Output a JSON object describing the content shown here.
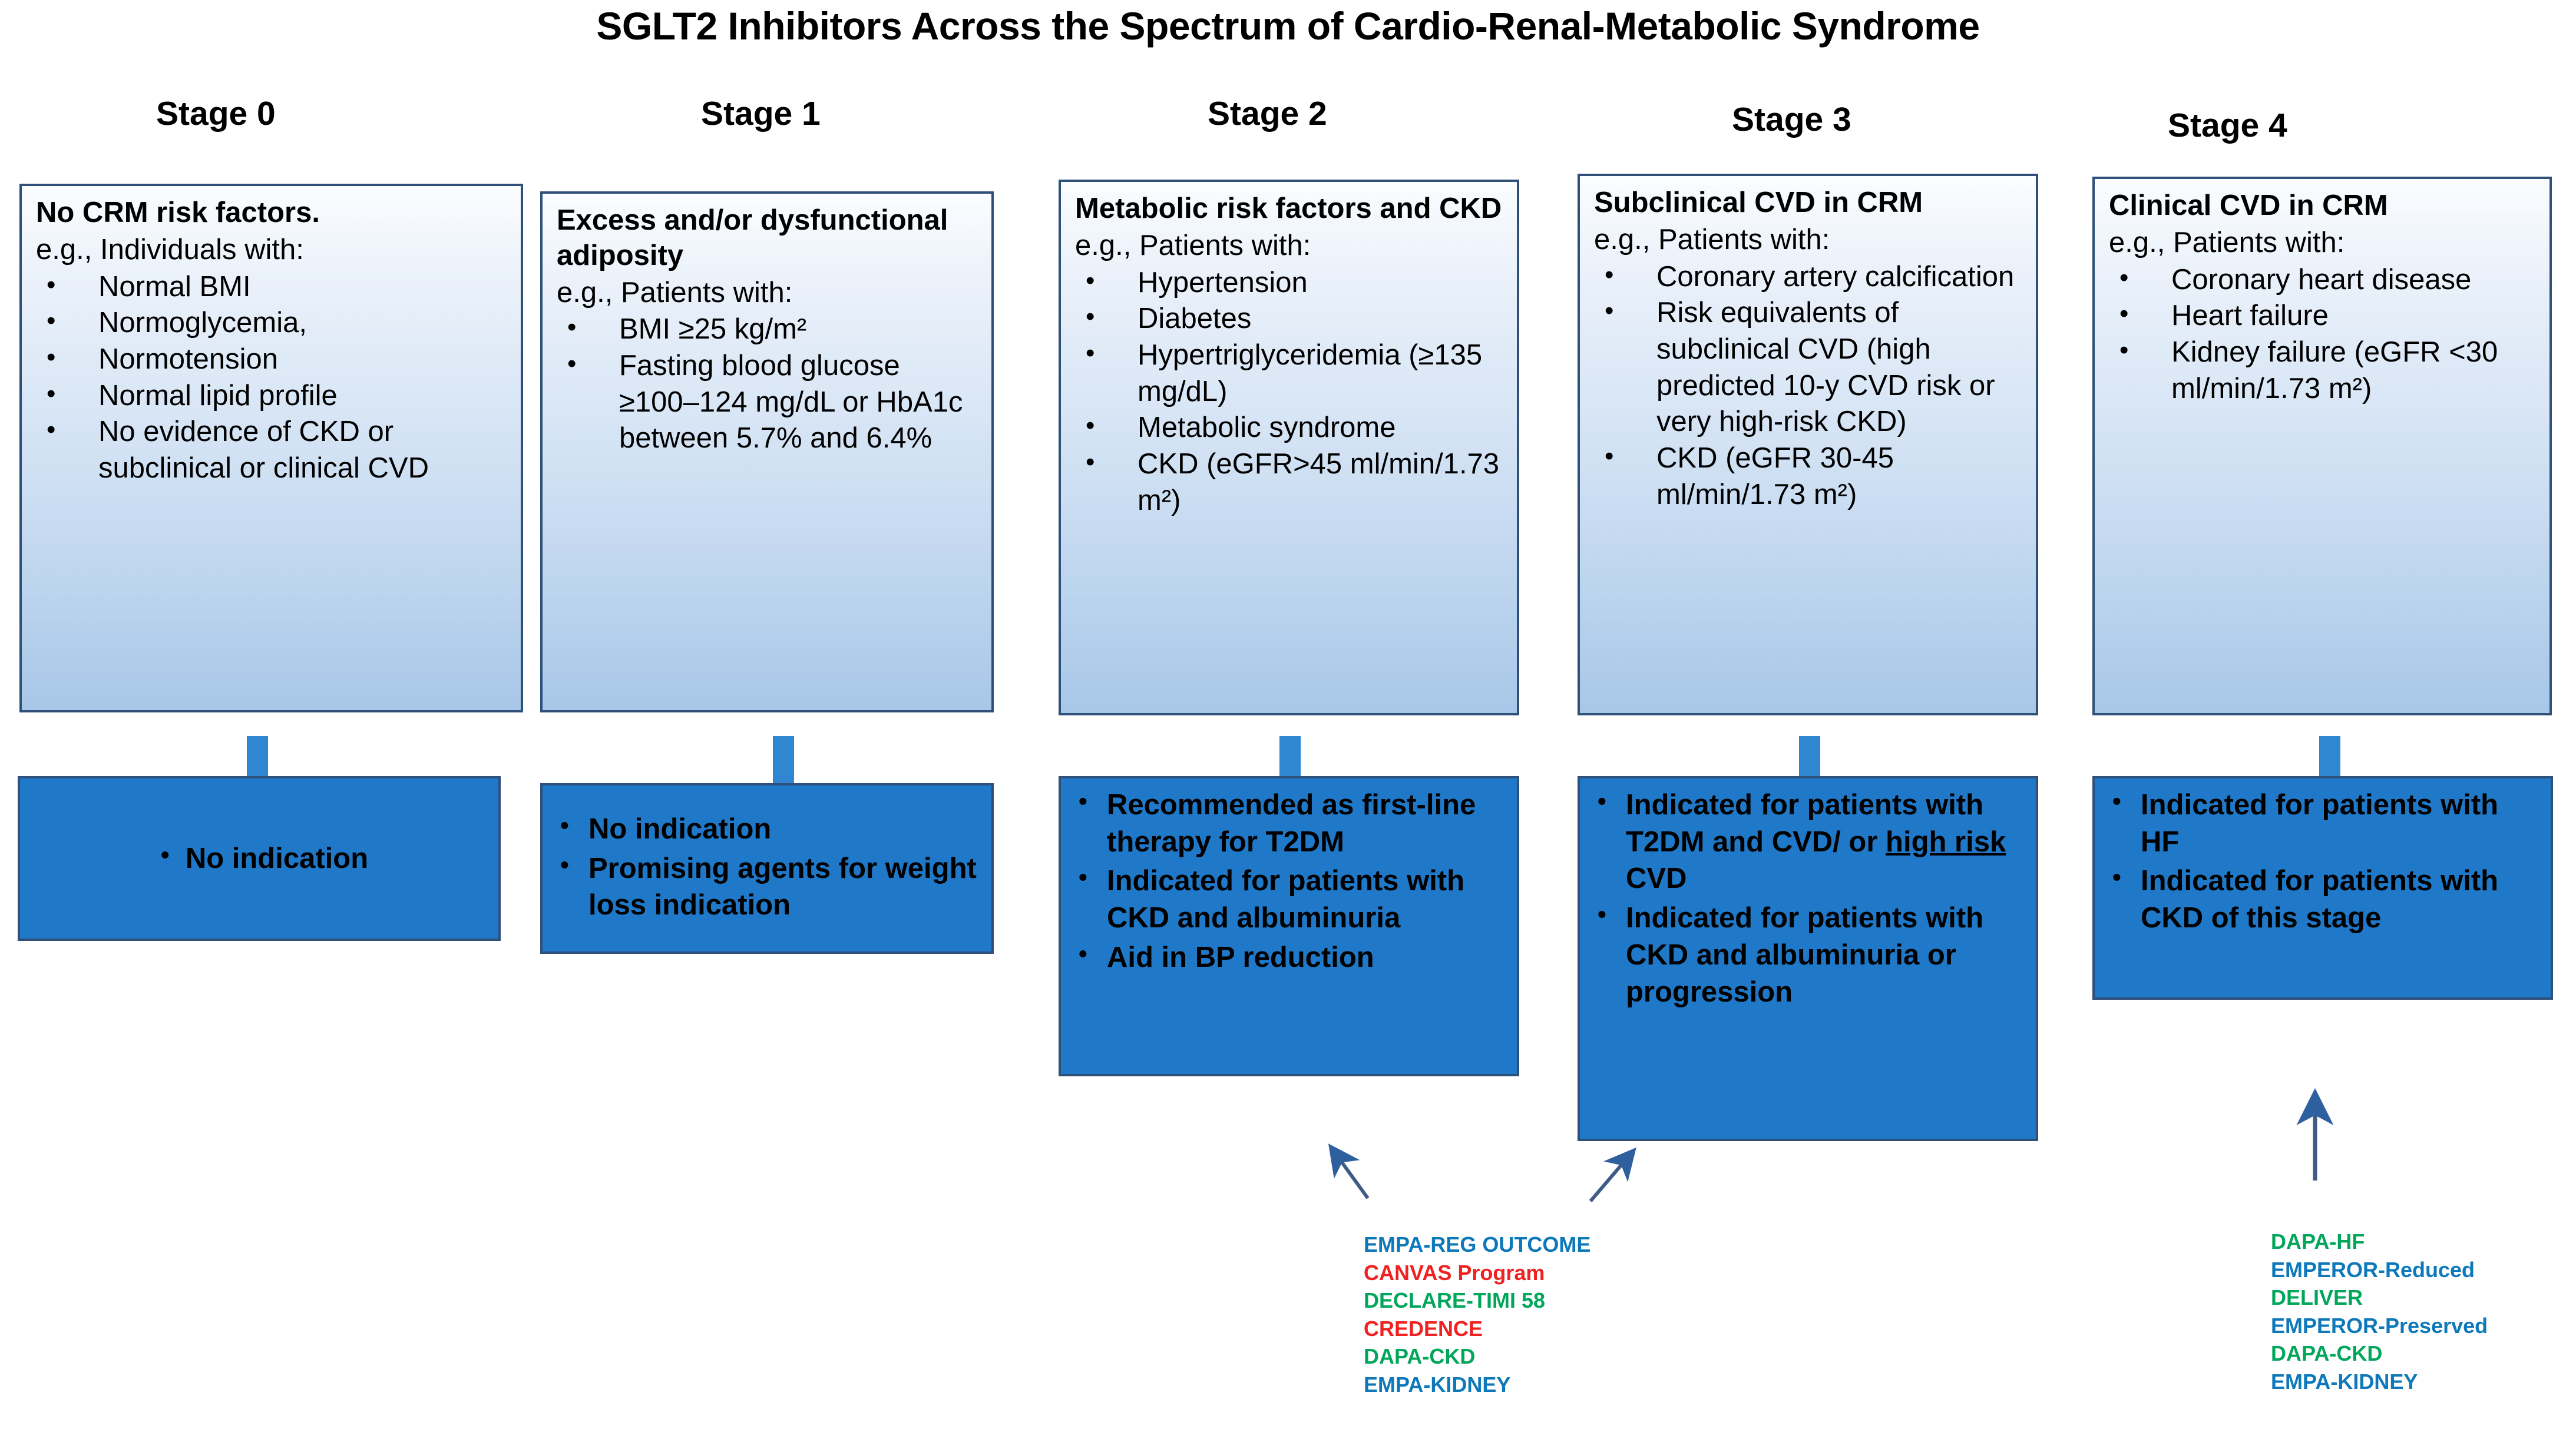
{
  "title": "SGLT2 Inhibitors Across the Spectrum of Cardio-Renal-Metabolic Syndrome",
  "colors": {
    "box_border": "#2e5079",
    "indication_fill": "#1f78c8",
    "arrow_blue": "#2e87d0",
    "trial_blue": "#0d78ba",
    "trial_red": "#ef2121",
    "trial_green": "#00a65a",
    "title_text": "#000000"
  },
  "stages": [
    {
      "header": "Stage 0",
      "criteria": {
        "title": "No CRM risk factors.",
        "eg": "e.g., Individuals with:",
        "items": [
          "Normal BMI",
          "Normoglycemia,",
          "Normotension",
          "Normal lipid profile",
          "No evidence of CKD or subclinical or clinical CVD"
        ]
      },
      "indication": {
        "items": [
          "No indication"
        ],
        "centered": true
      }
    },
    {
      "header": "Stage 1",
      "criteria": {
        "title": "Excess and/or dysfunctional adiposity",
        "eg": "e.g., Patients with:",
        "items": [
          "BMI ≥25 kg/m²",
          "Fasting blood glucose ≥100–124 mg/dL or HbA1c between 5.7% and 6.4%"
        ]
      },
      "indication": {
        "items": [
          "No indication",
          "Promising agents for weight loss indication"
        ],
        "centered": false
      }
    },
    {
      "header": "Stage 2",
      "criteria": {
        "title": "Metabolic risk factors and CKD",
        "eg": "e.g., Patients with:",
        "items": [
          "Hypertension",
          "Diabetes",
          "Hypertriglyceridemia (≥135 mg/dL)",
          "Metabolic syndrome",
          "CKD (eGFR>45 ml/min/1.73 m²)"
        ]
      },
      "indication": {
        "items": [
          "Recommended as first-line therapy for T2DM",
          "Indicated for patients with CKD and albuminuria",
          "Aid in BP reduction"
        ],
        "centered": false
      }
    },
    {
      "header": "Stage 3",
      "criteria": {
        "title": "Subclinical CVD in CRM",
        "eg": "e.g., Patients with:",
        "items": [
          "Coronary artery calcification",
          "Risk equivalents of subclinical CVD (high predicted 10-y CVD risk or very high-risk CKD)",
          "CKD (eGFR 30-45 ml/min/1.73 m²)"
        ]
      },
      "indication": {
        "items": [
          "Indicated for patients with T2DM and CVD/ or high risk CVD",
          "Indicated for patients with CKD and albuminuria or progression"
        ],
        "underlined_phrase": "high risk",
        "centered": false
      }
    },
    {
      "header": "Stage 4",
      "criteria": {
        "title": "Clinical CVD in CRM",
        "eg": "e.g., Patients with:",
        "items": [
          "Coronary heart disease",
          "Heart failure",
          "Kidney failure (eGFR <30 ml/min/1.73 m²)"
        ]
      },
      "indication": {
        "items": [
          "Indicated for patients with HF",
          "Indicated for patients with CKD  of this stage"
        ],
        "centered": false
      }
    }
  ],
  "trial_groups": [
    {
      "name": "middle-trials",
      "trials": [
        {
          "label": "EMPA-REG OUTCOME",
          "color": "#0d78ba"
        },
        {
          "label": "CANVAS Program",
          "color": "#ef2121"
        },
        {
          "label": "DECLARE-TIMI 58",
          "color": "#00a65a"
        },
        {
          "label": "CREDENCE",
          "color": "#ef2121"
        },
        {
          "label": "DAPA-CKD",
          "color": "#00a65a"
        },
        {
          "label": "EMPA-KIDNEY",
          "color": "#0d78ba"
        }
      ]
    },
    {
      "name": "right-trials",
      "trials": [
        {
          "label": "DAPA-HF",
          "color": "#00a65a"
        },
        {
          "label": "EMPEROR-Reduced",
          "color": "#0d78ba"
        },
        {
          "label": "DELIVER",
          "color": "#00a65a"
        },
        {
          "label": "EMPEROR-Preserved",
          "color": "#0d78ba"
        },
        {
          "label": "DAPA-CKD",
          "color": "#00a65a"
        },
        {
          "label": "EMPA-KIDNEY",
          "color": "#0d78ba"
        }
      ]
    }
  ]
}
